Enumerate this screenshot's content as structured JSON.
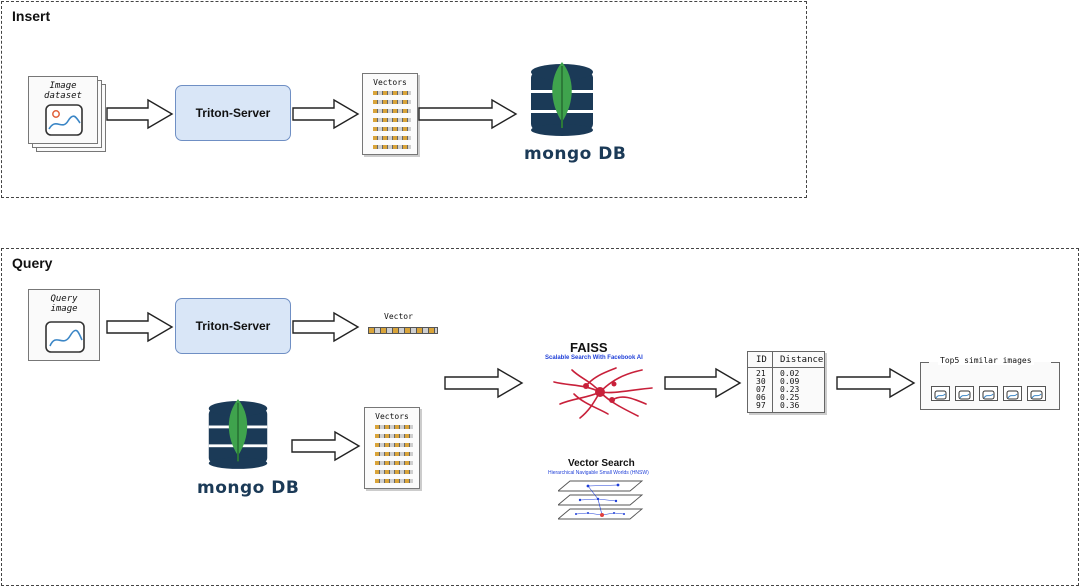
{
  "insert": {
    "title": "Insert",
    "image_dataset_label": "Image dataset",
    "triton_label": "Triton-Server",
    "vectors_label": "Vectors",
    "mongo_label": "mongo DB"
  },
  "query": {
    "title": "Query",
    "query_image_label": "Query image",
    "triton_label": "Triton-Server",
    "vector_label": "Vector",
    "vectors_label": "Vectors",
    "mongo_label": "mongo DB",
    "faiss_title": "FAISS",
    "faiss_subtitle": "Scalable Search With Facebook AI",
    "vector_search_title": "Vector Search",
    "vector_search_subtitle": "Hierarchical Navigable Small Worlds (HNSW)",
    "result_table": {
      "headers": [
        "ID",
        "Distance"
      ],
      "rows": [
        [
          "21",
          "0.02"
        ],
        [
          "30",
          "0.09"
        ],
        [
          "07",
          "0.23"
        ],
        [
          "06",
          "0.25"
        ],
        [
          "97",
          "0.36"
        ]
      ]
    },
    "top5_label": "Top5 similar images"
  },
  "colors": {
    "triton_fill": "#d9e6f7",
    "mongo_dark": "#1b3a57",
    "mongo_leaf": "#3fa34d",
    "faiss_red": "#c8203a",
    "subtitle_blue": "#1f3fd8",
    "vector_orange": "#d9a43a"
  }
}
